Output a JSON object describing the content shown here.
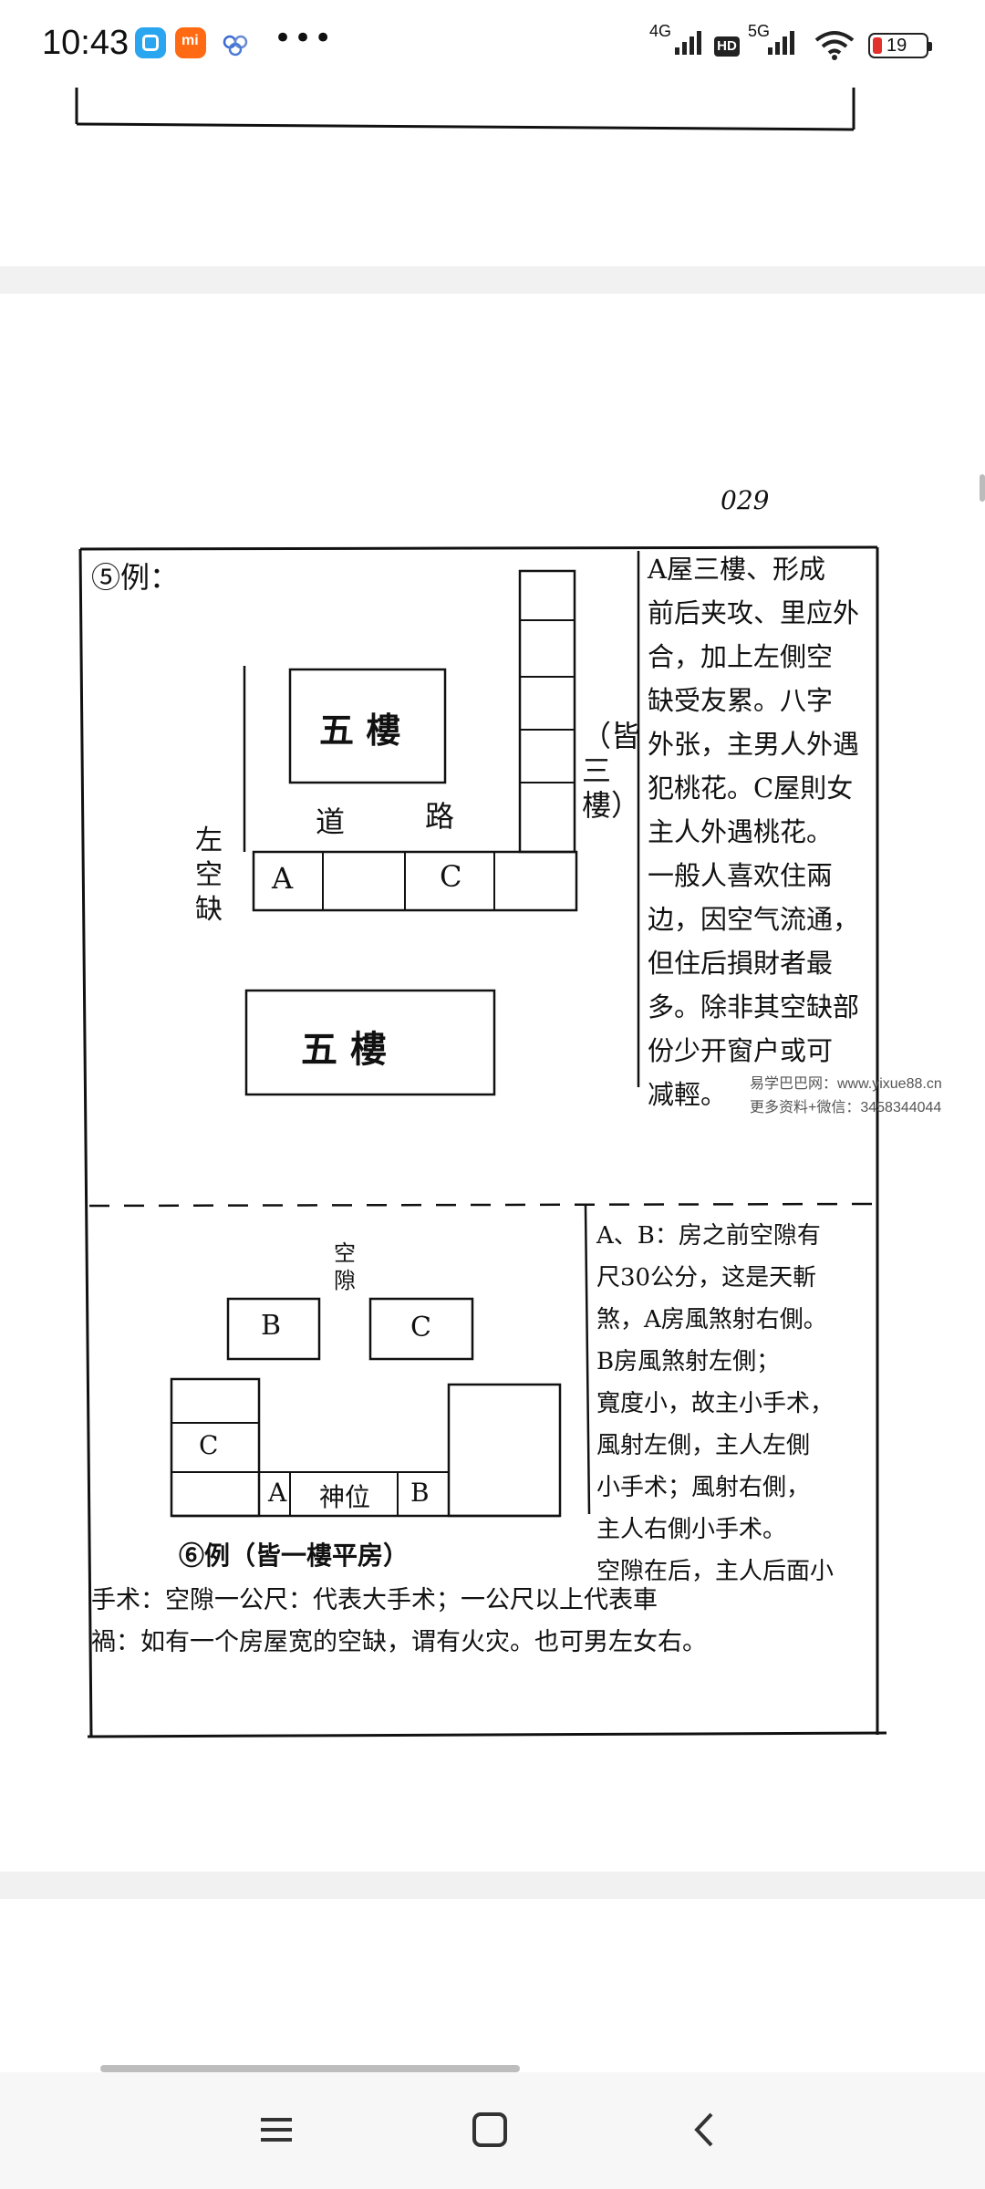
{
  "status_bar": {
    "time": "10:43",
    "net1": "4G",
    "net2": "5G",
    "hd": "HD",
    "battery": "19",
    "more": "•••"
  },
  "scan": {
    "page_number": "029",
    "example5": {
      "label": "⑤例：",
      "building_top": "五 樓",
      "road_left": "道",
      "road_right": "路",
      "left_gap": [
        "左",
        "空",
        "缺"
      ],
      "cell_a": "A",
      "cell_c": "C",
      "side_note": "（皆三樓）",
      "building_bottom": "五 樓",
      "text_lines": [
        "A屋三樓、形成",
        "前后夹攻、里应外",
        "合，加上左側空",
        "缺受友累。八字",
        "外张，主男人外遇",
        "犯桃花。C屋則女",
        "主人外遇桃花。",
        "一般人喜欢住兩",
        "边，因空气流通，",
        "但住后損財者最",
        "多。除非其空缺部",
        "份少开窗户或可",
        "减輕。"
      ]
    },
    "example6": {
      "gap_label": [
        "空",
        "隙"
      ],
      "box_b": "B",
      "box_c": "C",
      "left_c": "C",
      "cell_a": "A",
      "shrine": "神位",
      "cell_b": "B",
      "caption": "⑥例（皆一樓平房）",
      "text_lines": [
        "A、B：房之前空隙有",
        "尺30公分，这是天斬",
        "煞，A房風煞射右側。",
        "B房風煞射左側；",
        "寬度小，故主小手术，",
        "風射左側，主人左側",
        "小手术；風射右側，",
        "主人右側小手术。",
        "空隙在后，主人后面小"
      ],
      "bottom_lines": [
        "手术：空隙一公尺：代表大手术；一公尺以上代表車",
        "禍：如有一个房屋宽的空缺，谓有火灾。也可男左女右。"
      ]
    },
    "watermark": [
      "易学巴巴网：www.yixue88.cn",
      "更多资料+微信：3458344044"
    ]
  },
  "icons": [
    "xiaomi-app-icon",
    "cloud-icon",
    "signal-icon",
    "wifi-icon",
    "battery-icon",
    "menu-icon",
    "home-icon",
    "back-icon"
  ]
}
